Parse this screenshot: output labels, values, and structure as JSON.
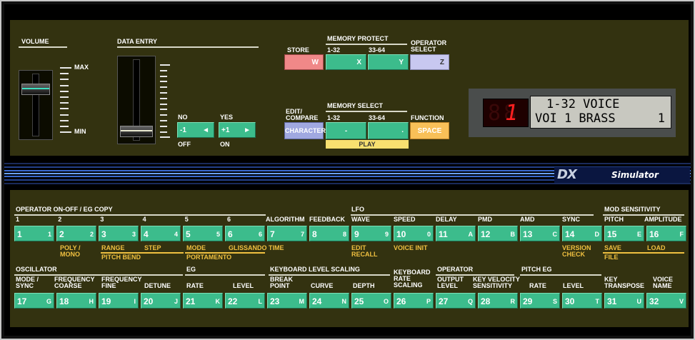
{
  "top": {
    "volume_label": "VOLUME",
    "max_label": "MAX",
    "min_label": "MIN",
    "data_entry_label": "DATA ENTRY",
    "no_label": "NO",
    "yes_label": "YES",
    "off_label": "OFF",
    "on_label": "ON",
    "minus_btn": "-1",
    "plus_btn": "+1",
    "store_label": "STORE",
    "store_key": "W",
    "memory_protect_label": "MEMORY PROTECT",
    "mp_1_32": "1-32",
    "mp_33_64": "33-64",
    "mp_key1": "X",
    "mp_key2": "Y",
    "operator_select_label1": "OPERATOR",
    "operator_select_label2": "SELECT",
    "operator_select_key": "Z",
    "edit_compare_label1": "EDIT/",
    "edit_compare_label2": "COMPARE",
    "character_btn": "CHARACTER",
    "memory_select_label": "MEMORY SELECT",
    "ms_1_32": "1-32",
    "ms_33_64": "33-64",
    "ms_key1": "-",
    "ms_key2": ".",
    "play_label": "PLAY",
    "function_label": "FUNCTION",
    "space_btn": "SPACE",
    "volume_level": 0.8,
    "data_entry_level": 0.05
  },
  "display": {
    "led": "1",
    "line1": "1-32 VOICE",
    "line2_left": "VOI 1 BRASS",
    "line2_right": "1"
  },
  "brand": {
    "logo_text": "DX",
    "simulator": "Simulator"
  },
  "bottom": {
    "op_header": "OPERATOR ON-OFF / EG COPY",
    "op_nums": [
      "1",
      "2",
      "3",
      "4",
      "5",
      "6"
    ],
    "algorithm": "ALGORITHM",
    "feedback": "FEEDBACK",
    "lfo": "LFO",
    "wave": "WAVE",
    "speed": "SPEED",
    "delay": "DELAY",
    "pmd": "PMD",
    "amd": "AMD",
    "sync": "SYNC",
    "mod_sens": "MOD SENSITIVITY",
    "pitch": "PITCH",
    "amplitude": "AMPLITUDE",
    "poly1": "POLY /",
    "poly2": "MONO",
    "range": "RANGE",
    "step": "STEP",
    "pitch_bend": "PITCH BEND",
    "mode": "MODE",
    "gliss": "GLISSANDO TIME",
    "portamento": "PORTAMENTO",
    "edit1": "EDIT",
    "edit2": "RECALL",
    "voice_init": "VOICE INIT",
    "version1": "VERSION",
    "version2": "CHECK",
    "save": "SAVE",
    "load": "LOAD",
    "file": "FILE",
    "oscillator": "OSCILLATOR",
    "mode_sync1": "MODE /",
    "mode_sync2": "SYNC",
    "freq_c1": "FREQUENCY",
    "freq_c2": "COARSE",
    "freq_f1": "FREQUENCY",
    "freq_f2": "FINE",
    "detune": "DETUNE",
    "eg": "EG",
    "rate": "RATE",
    "level": "LEVEL",
    "kls": "KEYBOARD LEVEL SCALING",
    "break1": "BREAK",
    "break2": "POINT",
    "curve": "CURVE",
    "depth": "DEPTH",
    "krs1": "KEYBOARD",
    "krs2": "RATE",
    "krs3": "SCALING",
    "operator": "OPERATOR",
    "out1": "OUTPUT",
    "out2": "LEVEL",
    "kvs1": "KEY VELOCITY",
    "kvs2": "SENSITIVITY",
    "pitch_eg": "PITCH EG",
    "peg_rate": "RATE",
    "peg_level": "LEVEL",
    "kt1": "KEY",
    "kt2": "TRANSPOSE",
    "vn1": "VOICE",
    "vn2": "NAME",
    "row1": [
      {
        "n": "1",
        "k": "1"
      },
      {
        "n": "2",
        "k": "2"
      },
      {
        "n": "3",
        "k": "3"
      },
      {
        "n": "4",
        "k": "4"
      },
      {
        "n": "5",
        "k": "5"
      },
      {
        "n": "6",
        "k": "6"
      },
      {
        "n": "7",
        "k": "7"
      },
      {
        "n": "8",
        "k": "8"
      },
      {
        "n": "9",
        "k": "9"
      },
      {
        "n": "10",
        "k": "0"
      },
      {
        "n": "11",
        "k": "A"
      },
      {
        "n": "12",
        "k": "B"
      },
      {
        "n": "13",
        "k": "C"
      },
      {
        "n": "14",
        "k": "D"
      },
      {
        "n": "15",
        "k": "E"
      },
      {
        "n": "16",
        "k": "F"
      }
    ],
    "row2": [
      {
        "n": "17",
        "k": "G"
      },
      {
        "n": "18",
        "k": "H"
      },
      {
        "n": "19",
        "k": "I"
      },
      {
        "n": "20",
        "k": "J"
      },
      {
        "n": "21",
        "k": "K"
      },
      {
        "n": "22",
        "k": "L"
      },
      {
        "n": "23",
        "k": "M"
      },
      {
        "n": "24",
        "k": "N"
      },
      {
        "n": "25",
        "k": "O"
      },
      {
        "n": "26",
        "k": "P"
      },
      {
        "n": "27",
        "k": "Q"
      },
      {
        "n": "28",
        "k": "R"
      },
      {
        "n": "29",
        "k": "S"
      },
      {
        "n": "30",
        "k": "T"
      },
      {
        "n": "31",
        "k": "U"
      },
      {
        "n": "32",
        "k": "V"
      }
    ]
  },
  "colors": {
    "panel": "#333210",
    "button_green": "#3cbc8c",
    "store_red": "#f08888",
    "operator_lilac": "#c8c8f0",
    "character_blue": "#a0a8e0",
    "function_orange": "#f8c058",
    "play_yellow": "#f8e070",
    "accent_yellow": "#f0c040"
  }
}
